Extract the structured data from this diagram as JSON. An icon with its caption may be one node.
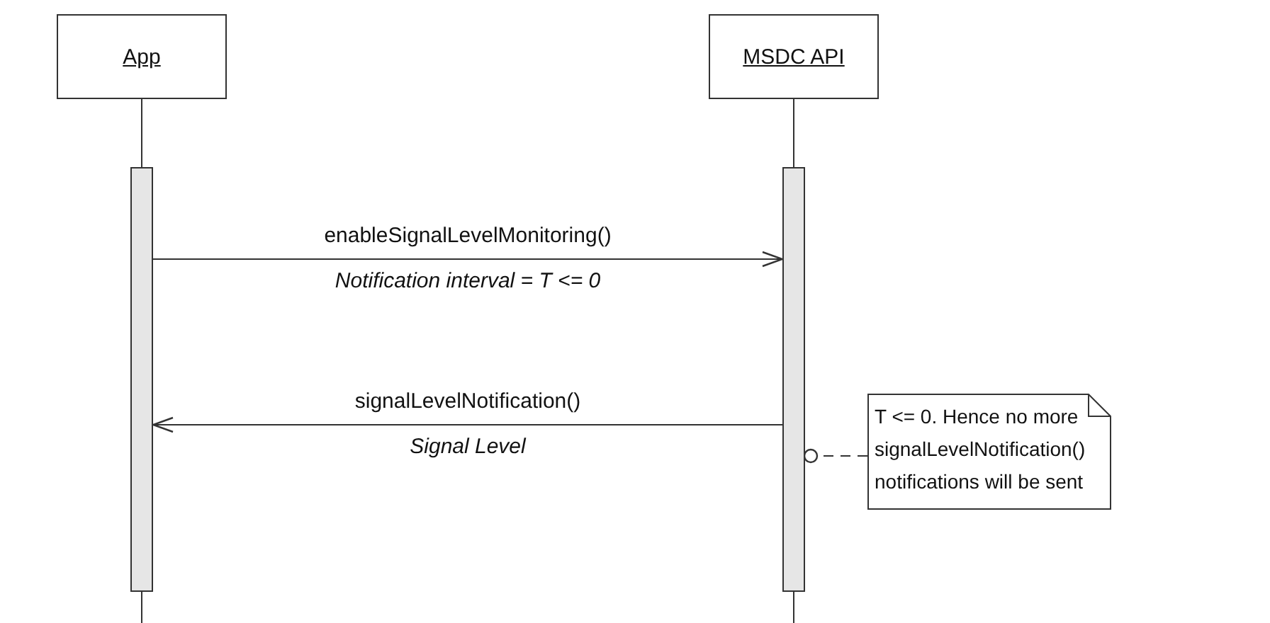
{
  "diagram": {
    "nodes": [
      {
        "text": [
          "App"
        ]
      },
      {
        "text": [
          "MSDC API"
        ]
      },
      {
        "text": [],
        "shape": "bar"
      },
      {
        "text": [],
        "shape": "bar"
      },
      {
        "text": [
          "T <= 0. Hence no more signalLevelNotification() notifications will be sent"
        ]
      }
    ],
    "edges": [
      {
        "from": 0,
        "to": 2,
        "arrow": "none"
      },
      {
        "from": 1,
        "to": 3,
        "arrow": "none"
      },
      {
        "from": 2,
        "to": 3,
        "arrow": "to",
        "label": "enableSignalLevelMonitoring()"
      },
      {
        "from": 3,
        "to": 2,
        "arrow": "to",
        "label": "signalLevelNotification()"
      },
      {
        "from": 4,
        "to": 3,
        "arrow": "other",
        "style": "dashed"
      }
    ],
    "labels": [
      "Notification interval = T <= 0",
      "Signal Level"
    ]
  }
}
